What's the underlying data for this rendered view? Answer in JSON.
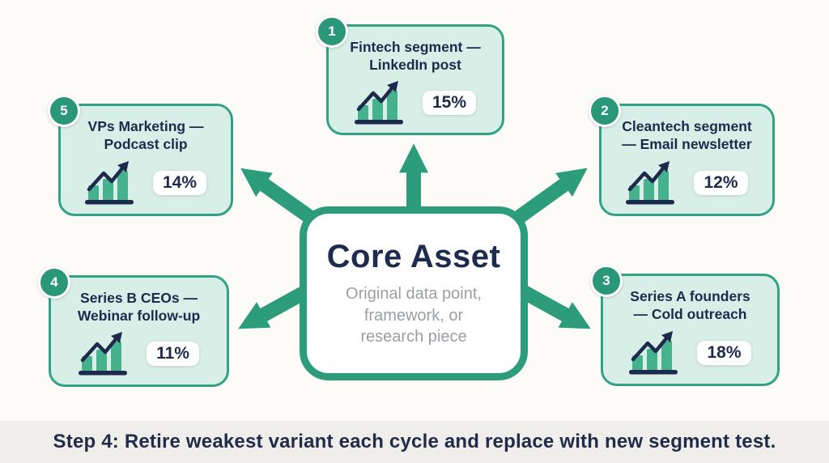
{
  "center": {
    "title": "Core Asset",
    "subtitle": "Original data point,\nframework, or\nresearch piece"
  },
  "cards": [
    {
      "number": "1",
      "title": "Fintech segment —\nLinkedIn post",
      "value": "15%"
    },
    {
      "number": "2",
      "title": "Cleantech segment\n— Email newsletter",
      "value": "12%"
    },
    {
      "number": "3",
      "title": "Series A founders\n— Cold outreach",
      "value": "18%"
    },
    {
      "number": "4",
      "title": "Series B CEOs —\nWebinar follow-up",
      "value": "11%"
    },
    {
      "number": "5",
      "title": "VPs Marketing —\nPodcast clip",
      "value": "14%"
    }
  ],
  "banner": {
    "text": "Step 4: Retire weakest variant each cycle and replace with new segment test."
  },
  "colors": {
    "teal": "#2d9c7b",
    "card_border": "#33a183",
    "card_bg": "#d8efe7",
    "bar_fill": "#45b28d",
    "navy": "#1e2a4d",
    "subtitle_gray": "#9b9ea3",
    "banner_bg": "#efeeeb"
  }
}
